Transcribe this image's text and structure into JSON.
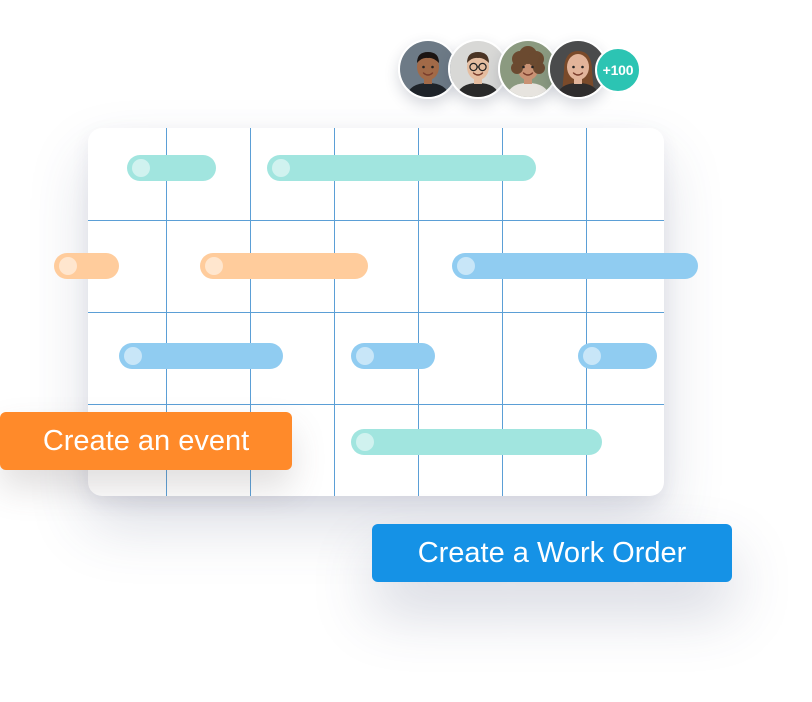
{
  "avatars": {
    "people": [
      {
        "name": "avatar-man-smiling",
        "bg": "#6d7a86",
        "skin": "#a26a48",
        "hair": "#1b1412",
        "shirt": "#1e2329"
      },
      {
        "name": "avatar-man-glasses",
        "bg": "#d8d8d6",
        "skin": "#e5bda0",
        "hair": "#4a3424",
        "shirt": "#2a2a2a"
      },
      {
        "name": "avatar-woman-curly",
        "bg": "#8b9a80",
        "skin": "#c99274",
        "hair": "#6b4a30",
        "shirt": "#e7e4df"
      },
      {
        "name": "avatar-woman-long-hair",
        "bg": "#4a4b4c",
        "skin": "#e2b49a",
        "hair": "#7a4a2a",
        "shirt": "#2f2d2d"
      }
    ],
    "more_count": "+100"
  },
  "calendar": {
    "columns": 7,
    "rows": 4,
    "colors": {
      "teal": "#a1e5df",
      "peach": "#ffcc9c",
      "blue": "#90ccf1",
      "grid": "#5b9fd6"
    },
    "events": [
      {
        "color": "teal",
        "row": 0,
        "start": 0.5,
        "end": 1.6
      },
      {
        "color": "teal",
        "row": 0,
        "start": 2.2,
        "end": 5.4
      },
      {
        "color": "peach",
        "row": 1,
        "start": -0.4,
        "end": 0.4
      },
      {
        "color": "peach",
        "row": 1,
        "start": 1.4,
        "end": 3.4
      },
      {
        "color": "blue",
        "row": 1,
        "start": 4.4,
        "end": 7.4
      },
      {
        "color": "blue",
        "row": 2,
        "start": 0.4,
        "end": 2.4
      },
      {
        "color": "blue",
        "row": 2,
        "start": 3.2,
        "end": 4.2
      },
      {
        "color": "blue",
        "row": 2,
        "start": 5.9,
        "end": 6.9
      },
      {
        "color": "teal",
        "row": 3,
        "start": 3.2,
        "end": 6.2
      }
    ]
  },
  "buttons": {
    "create_event": "Create an event",
    "create_work_order": "Create a Work Order"
  }
}
